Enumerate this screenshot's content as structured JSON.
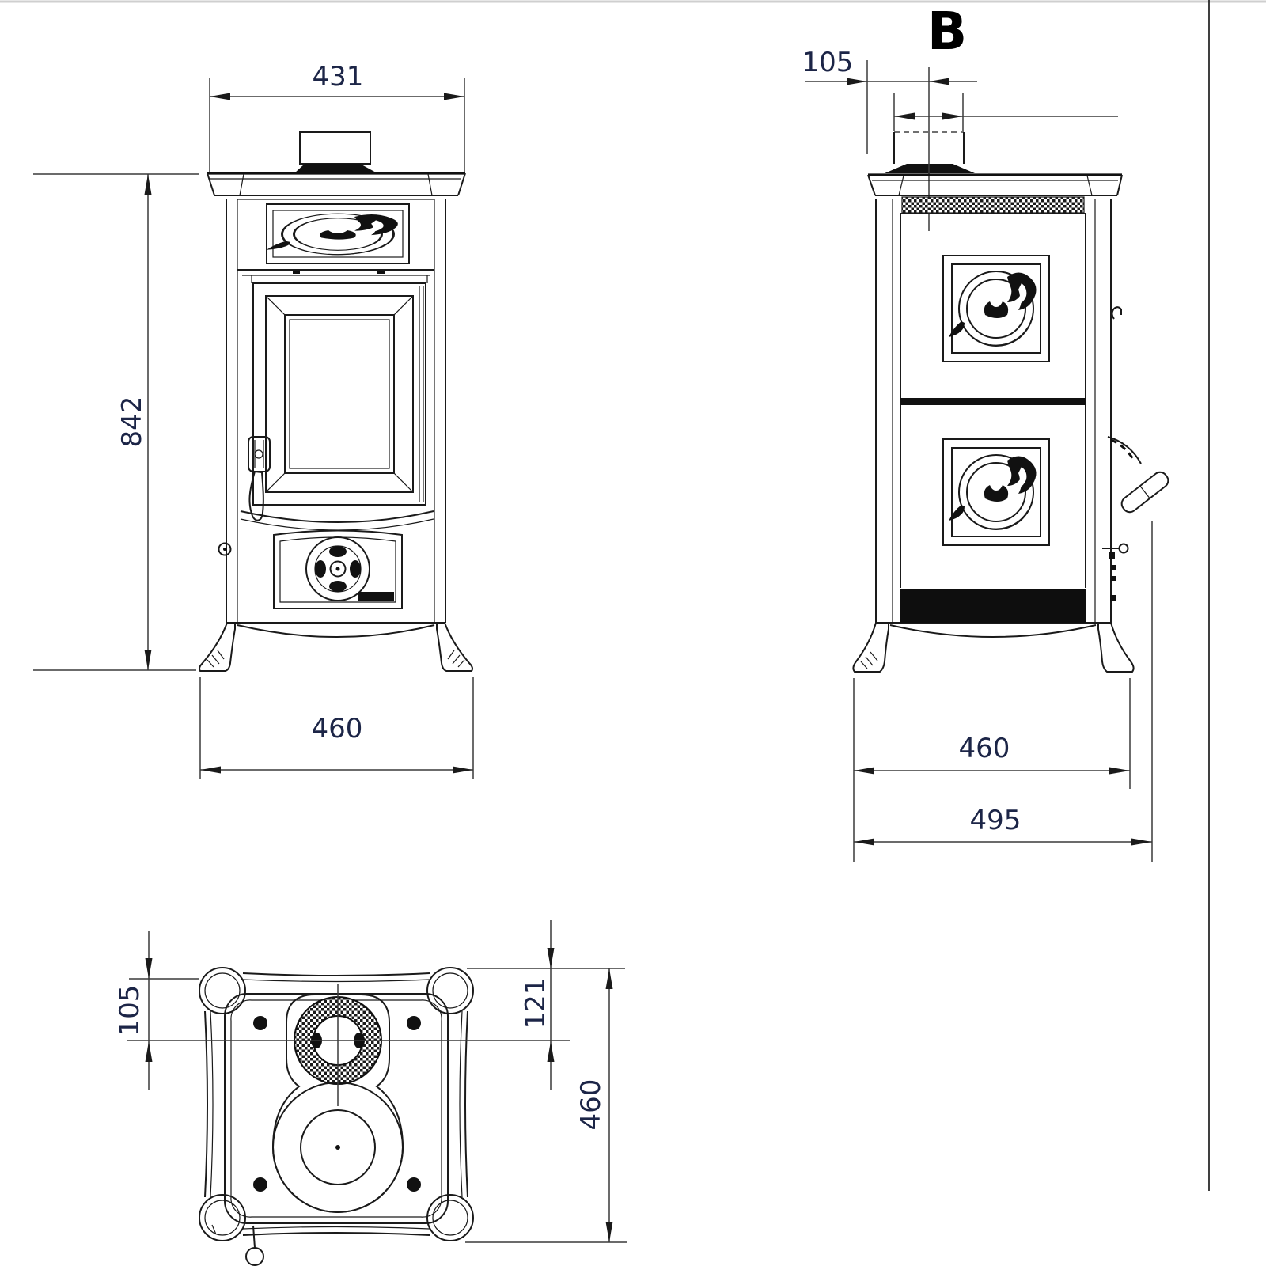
{
  "drawing": {
    "front_view": {
      "top_width": "431",
      "height": "842",
      "base_width": "460"
    },
    "side_view": {
      "flue_label": "B",
      "flue_offset_from_back": "105",
      "base_depth": "460",
      "total_depth": "495"
    },
    "top_view": {
      "flue_offset_inner": "105",
      "flue_offset_outer": "121",
      "depth": "460"
    }
  }
}
